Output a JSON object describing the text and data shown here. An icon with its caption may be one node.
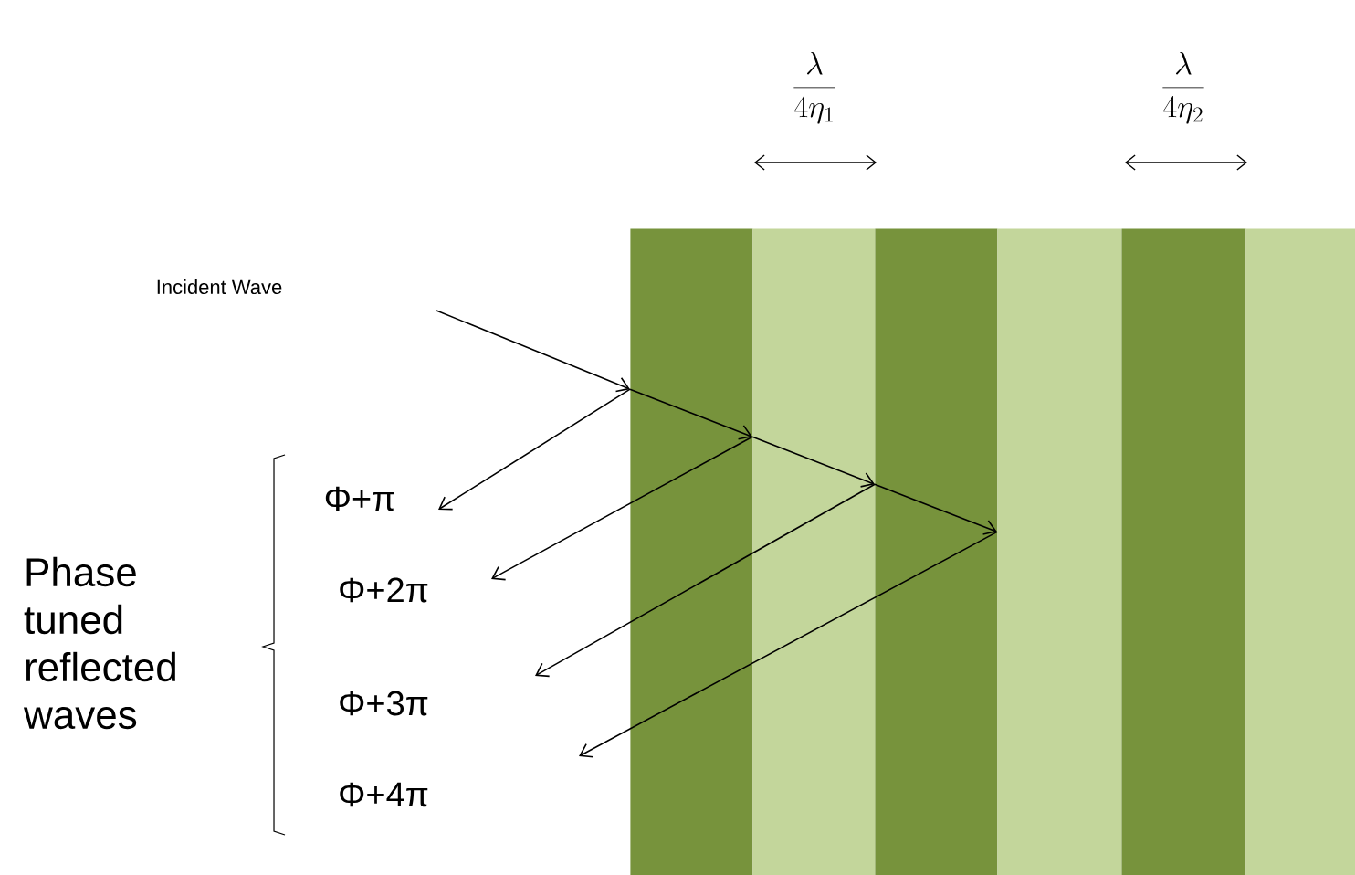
{
  "diagram": {
    "nodes": [
      {
        "text": [],
        "shape": "bar"
      },
      {
        "text": [],
        "shape": "bar"
      },
      {
        "text": [],
        "shape": "bar"
      },
      {
        "text": [],
        "shape": "bar"
      },
      {
        "text": [],
        "shape": "bar"
      },
      {
        "text": [],
        "shape": "bar"
      }
    ],
    "edges": [
      {
        "from": null,
        "to": 0,
        "arrow": "to"
      },
      {
        "from": 0,
        "to": 1,
        "arrow": "to"
      },
      {
        "from": 1,
        "to": 2,
        "arrow": "to"
      },
      {
        "from": 2,
        "to": 3,
        "arrow": "to"
      },
      {
        "from": 0,
        "to": null,
        "arrow": "to"
      },
      {
        "from": 1,
        "to": null,
        "arrow": "to"
      },
      {
        "from": 2,
        "to": null,
        "arrow": "to"
      },
      {
        "from": 3,
        "to": null,
        "arrow": "to"
      }
    ],
    "labels": [
      "\\frac{\\lambda}{4\\eta_1}",
      "\\frac{\\lambda}{4\\eta_2}",
      "Incident Wave",
      "Φ+π",
      "Phase tuned reflected waves",
      "Φ+2π",
      "Φ+3π",
      "Φ+4π"
    ]
  }
}
